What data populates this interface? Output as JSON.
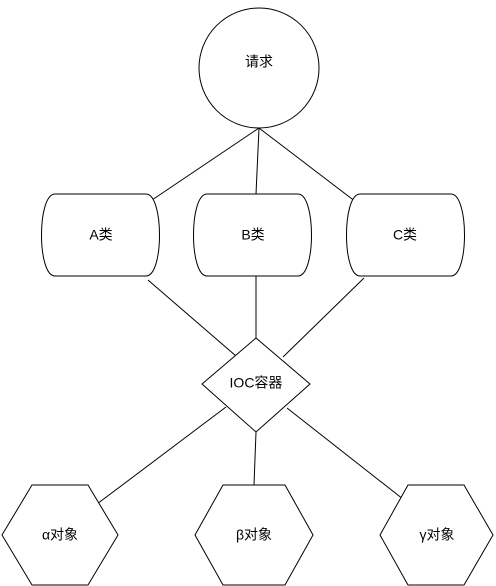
{
  "diagram": {
    "request": {
      "label": "请求"
    },
    "classes": [
      {
        "label": "A类"
      },
      {
        "label": "B类"
      },
      {
        "label": "C类"
      }
    ],
    "container": {
      "label": "IOC容器"
    },
    "objects": [
      {
        "label": "α对象"
      },
      {
        "label": "β对象"
      },
      {
        "label": "γ对象"
      }
    ]
  }
}
